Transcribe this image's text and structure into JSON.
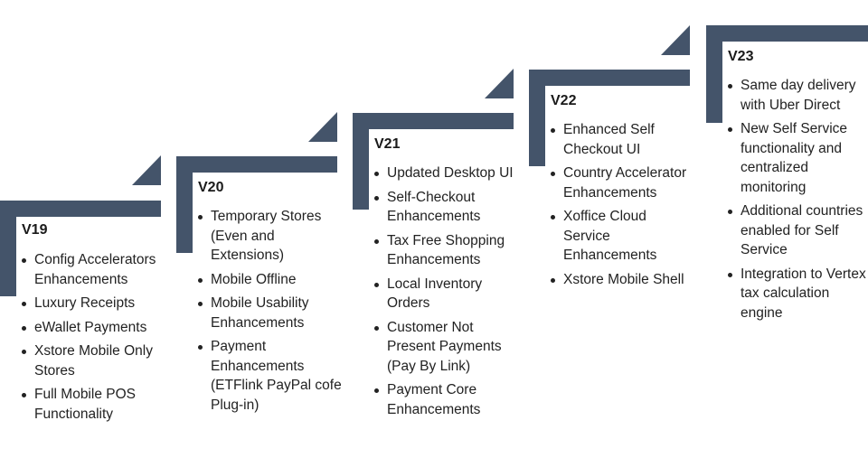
{
  "colors": {
    "step": "#44546a",
    "text": "#222222"
  },
  "columns": [
    {
      "version": "V19",
      "items": [
        "Config Accelerators Enhancements",
        "Luxury Receipts",
        "eWallet Payments",
        "Xstore Mobile Only Stores",
        "Full Mobile POS Functionality"
      ]
    },
    {
      "version": "V20",
      "items": [
        "Temporary Stores (Even and Extensions)",
        "Mobile Offline",
        "Mobile Usability Enhancements",
        "Payment Enhancements (ETFlink PayPal cofe Plug-in)"
      ]
    },
    {
      "version": "V21",
      "items": [
        "Updated Desktop UI",
        "Self-Checkout Enhancements",
        "Tax Free Shopping Enhancements",
        "Local Inventory Orders",
        "Customer Not Present Payments (Pay By Link)",
        "Payment Core Enhancements"
      ]
    },
    {
      "version": "V22",
      "items": [
        "Enhanced Self Checkout UI",
        "Country Accelerator Enhancements",
        "Xoffice Cloud Service Enhancements",
        "Xstore Mobile Shell"
      ]
    },
    {
      "version": "V23",
      "items": [
        "Same day delivery with Uber Direct",
        "New Self Service functionality and centralized monitoring",
        "Additional countries enabled for Self Service",
        "Integration to Vertex tax calculation engine"
      ]
    }
  ]
}
